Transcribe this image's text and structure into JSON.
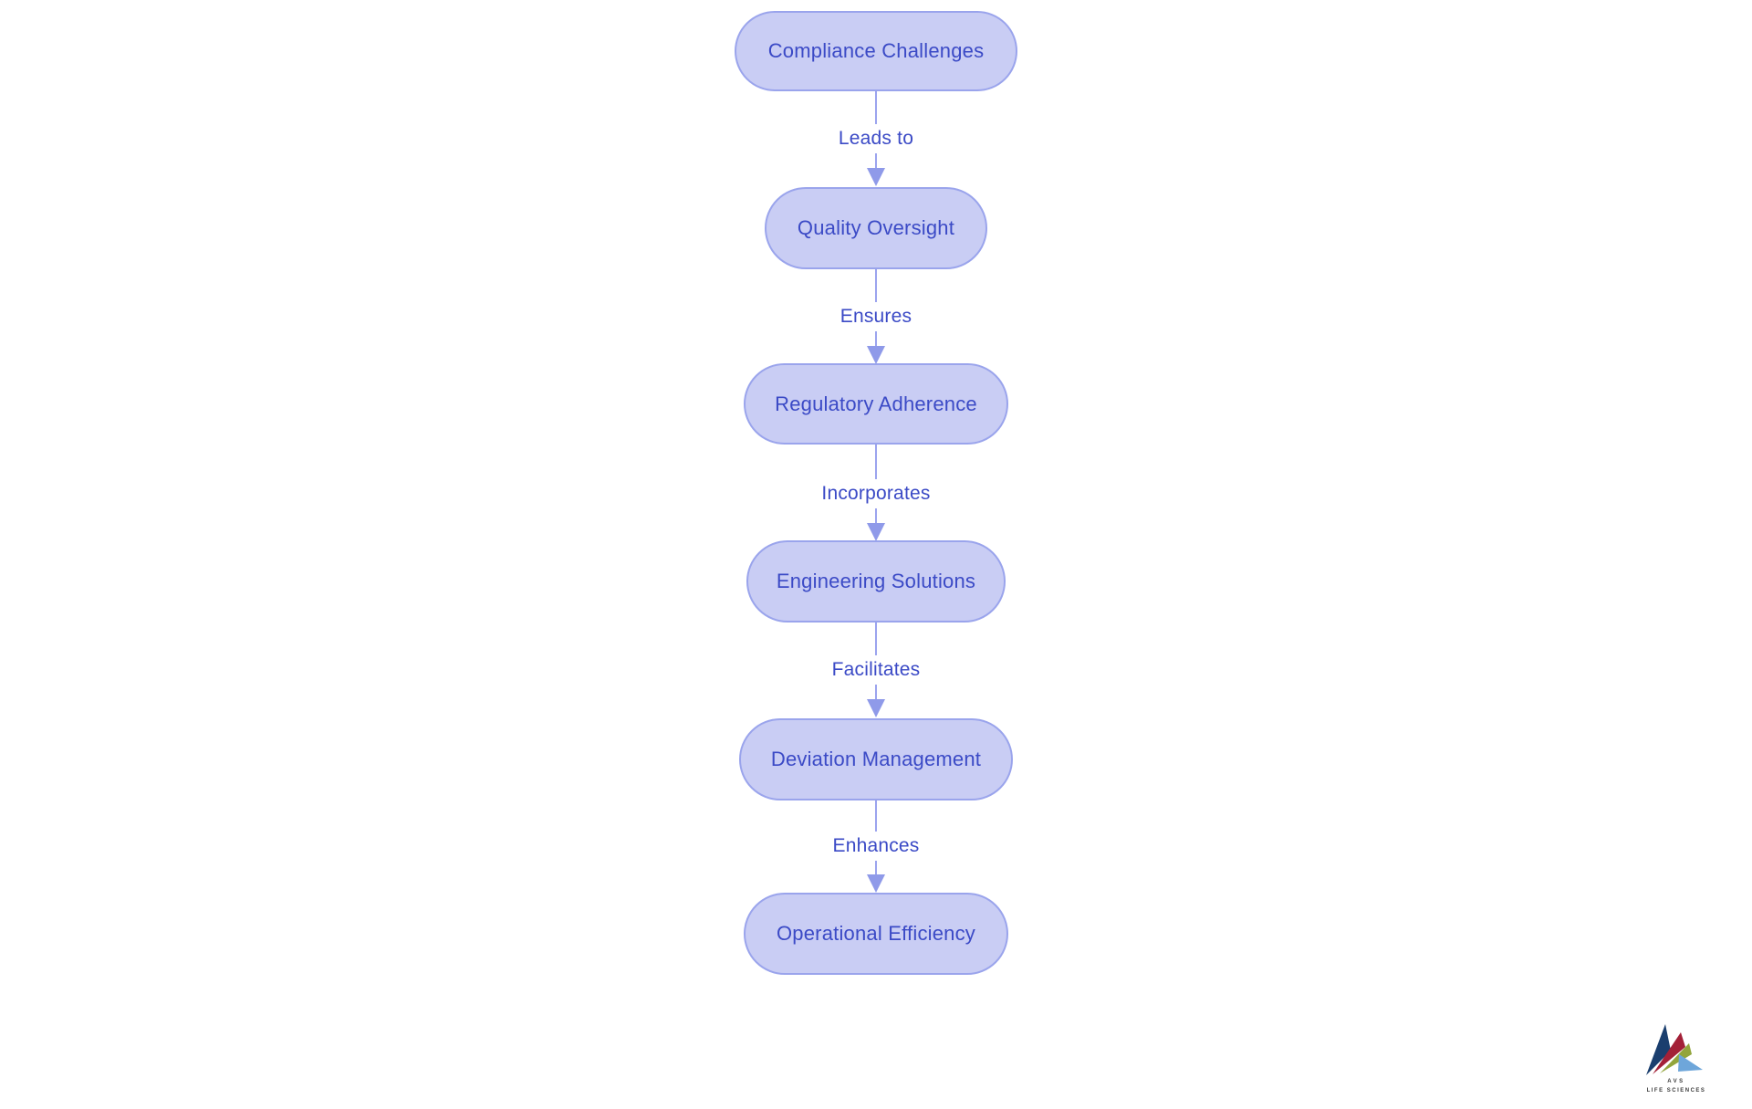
{
  "flowchart": {
    "nodes": [
      {
        "label": "Compliance Challenges"
      },
      {
        "label": "Quality Oversight"
      },
      {
        "label": "Regulatory Adherence"
      },
      {
        "label": "Engineering Solutions"
      },
      {
        "label": "Deviation Management"
      },
      {
        "label": "Operational Efficiency"
      }
    ],
    "edges": [
      {
        "label": "Leads to"
      },
      {
        "label": "Ensures"
      },
      {
        "label": "Incorporates"
      },
      {
        "label": "Facilitates"
      },
      {
        "label": "Enhances"
      }
    ]
  },
  "logo": {
    "line1": "AVS",
    "line2": "LIFE SCIENCES"
  },
  "theme": {
    "node_fill": "#c9cdf4",
    "node_border": "#9aa4ec",
    "node_text": "#3b4ac6",
    "edge_line": "#9ba4ee",
    "edge_arrow": "#8f9ae9",
    "edge_label": "#3b4ac6",
    "background": "#ffffff",
    "logo_navy": "#1a3e6e",
    "logo_red": "#a32037",
    "logo_green": "#93a53c",
    "logo_blue": "#6ea6da",
    "logo_text": "#3c3c3c"
  }
}
